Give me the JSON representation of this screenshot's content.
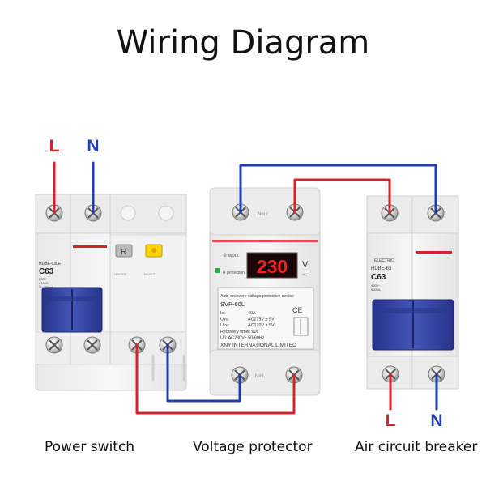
{
  "title": "Wiring Diagram",
  "terminals": {
    "left_L": "L",
    "left_N": "N",
    "right_L": "L",
    "right_N": "N"
  },
  "colors": {
    "live_wire": "#d8222a",
    "neutral_wire": "#1f3fae",
    "device_body": "#f3f3f3",
    "toggle_blue": "#3344a0",
    "display_red": "#ff2020"
  },
  "power_switch": {
    "model": "HDBE-63LE",
    "rating": "C63",
    "specs": [
      "230V~",
      "6000A",
      "IΔn 30mA"
    ],
    "test_button": "R",
    "indicators": [
      "ON/OFF",
      "RESET"
    ]
  },
  "voltage_protector": {
    "top_label": "Nout",
    "bottom_label": "NinL",
    "work": "② work",
    "protection": "R protection",
    "display": "230",
    "unit": "V",
    "wave": "~",
    "heading": "Auto-recovery voltage protective device",
    "model": "SVP-60L",
    "spec_rows": [
      [
        "Ie:",
        "40A"
      ],
      [
        "Uvo:",
        "AC275V ± 5V"
      ],
      [
        "Uvu:",
        "AC170V ± 5V"
      ],
      [
        "Recovery time:",
        "≤ 60s"
      ],
      [
        "Un: AC230V~ 50/60Hz",
        ""
      ]
    ],
    "ce": "CE",
    "maker": "XNY INTERNATIONAL LIMITED"
  },
  "air_breaker": {
    "brand": "ELECTRIC",
    "model": "HDBE-63",
    "rating": "C63",
    "specs": [
      "400V~",
      "6000A"
    ]
  },
  "captions": {
    "power_switch": "Power switch",
    "voltage_protector": "Voltage protector",
    "air_breaker": "Air circuit breaker"
  }
}
